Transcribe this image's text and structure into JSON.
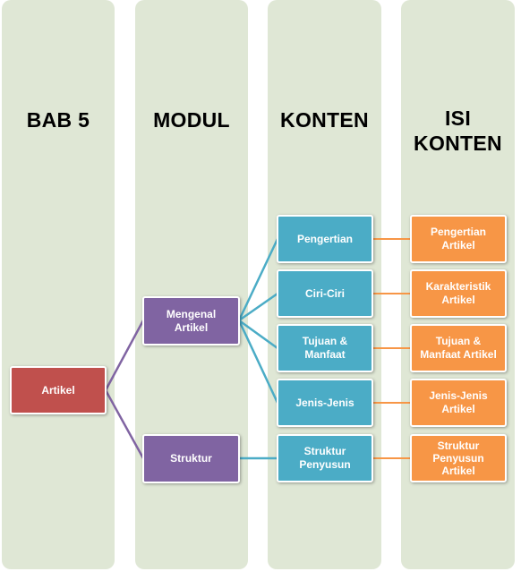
{
  "columns": [
    {
      "title": "BAB 5"
    },
    {
      "title": "MODUL"
    },
    {
      "title": "KONTEN"
    },
    {
      "title": "ISI\nKONTEN"
    }
  ],
  "bab": {
    "label": "Artikel"
  },
  "modul": [
    {
      "label": "Mengenal\nArtikel"
    },
    {
      "label": "Struktur"
    }
  ],
  "konten": [
    {
      "label": "Pengertian"
    },
    {
      "label": "Ciri-Ciri"
    },
    {
      "label": "Tujuan &\nManfaat"
    },
    {
      "label": "Jenis-Jenis"
    },
    {
      "label": "Struktur\nPenyusun"
    }
  ],
  "isi_konten": [
    {
      "label": "Pengertian\nArtikel"
    },
    {
      "label": "Karakteristik\nArtikel"
    },
    {
      "label": "Tujuan &\nManfaat Artikel"
    },
    {
      "label": "Jenis-Jenis\nArtikel"
    },
    {
      "label": "Struktur\nPenyusun\nArtikel"
    }
  ],
  "colors": {
    "column_bg": "#dfe7d5",
    "bab_node": "#c0504d",
    "modul_node": "#8064a2",
    "konten_node": "#4bacc6",
    "isi_node": "#f79646",
    "bab_to_modul_line": "#8064a2",
    "modul_to_konten_line": "#4bacc6",
    "konten_to_isi_line": "#f79646"
  }
}
